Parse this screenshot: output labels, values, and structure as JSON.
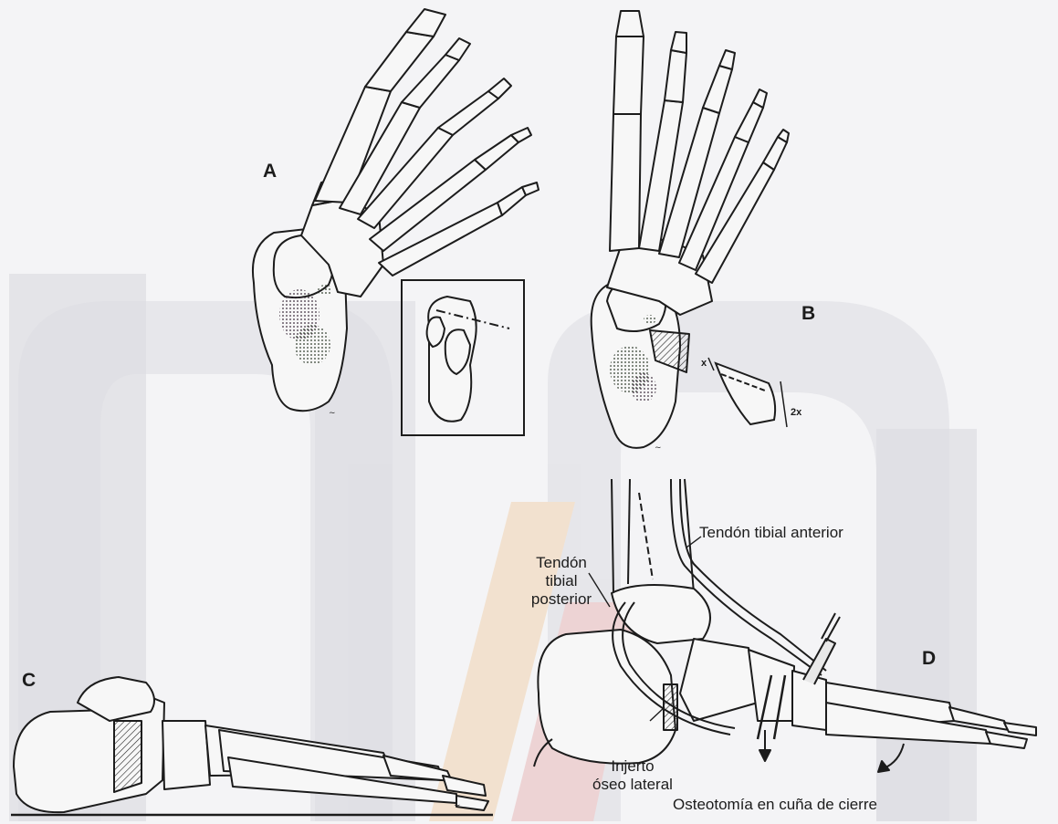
{
  "figure": {
    "panels": [
      {
        "letter": "A"
      },
      {
        "letter": "B"
      },
      {
        "letter": "C"
      },
      {
        "letter": "D"
      }
    ],
    "panel_b_wedge": {
      "side_label": "x",
      "base_label": "2x"
    },
    "callouts": {
      "tendon_posterior": [
        "Tendón",
        "tibial",
        "posterior"
      ],
      "tendon_anterior": "Tendón tibial anterior",
      "graft": [
        "Injerto",
        "óseo lateral"
      ],
      "osteotomy": "Osteotomía en cuña de cierre"
    },
    "watermark_colors": {
      "gray": "#d8d8de",
      "orange": "#f2d3b0",
      "red": "#e8b9b9"
    }
  }
}
